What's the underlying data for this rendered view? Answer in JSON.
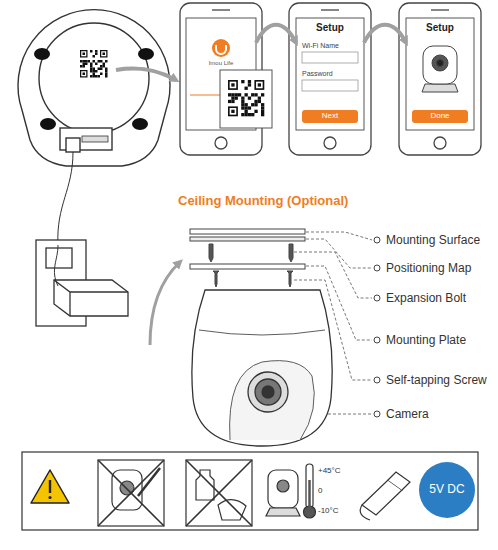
{
  "diagram": {
    "title": "Ceiling Mounting (Optional)",
    "nodes": [
      {
        "text": [
          "Imou Life"
        ]
      },
      {
        "text": [
          "Setup",
          "Wi-Fi Name",
          "Password"
        ]
      },
      {
        "text": [
          "Next"
        ],
        "in": 1
      },
      {
        "text": [
          "Setup"
        ]
      },
      {
        "text": [
          "Done"
        ],
        "in": 3
      },
      {
        "text": [
          "5V DC"
        ]
      }
    ],
    "edges": [
      {
        "from": 0,
        "to": 1,
        "arrow": "to"
      },
      {
        "from": 1,
        "to": 3,
        "arrow": "to"
      }
    ],
    "labels": [
      "Mounting Surface",
      "Positioning Map",
      "Expansion Bolt",
      "Mounting Plate",
      "Self-tapping Screw",
      "Camera",
      "+45°C",
      "0",
      "-10°C"
    ]
  }
}
